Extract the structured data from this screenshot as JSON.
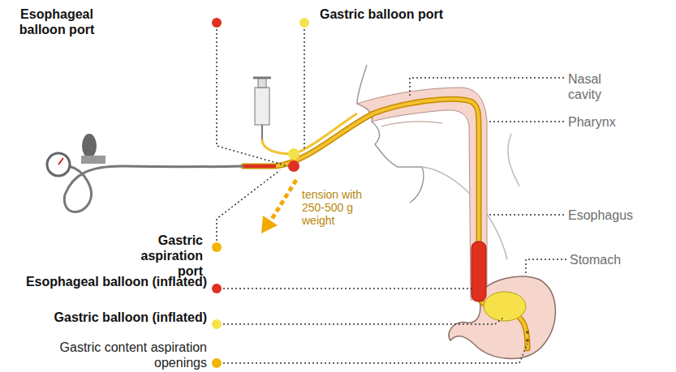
{
  "diagram": {
    "labels": [
      "Esophageal balloon port",
      "Gastric balloon port",
      "Nasal cavity",
      "Pharynx",
      "Esophagus",
      "Stomach",
      "tension with 250-500 g weight",
      "Gastric aspiration port",
      "Esophageal balloon (inflated)",
      "Gastric balloon (inflated)",
      "Gastric content aspiration openings"
    ]
  }
}
